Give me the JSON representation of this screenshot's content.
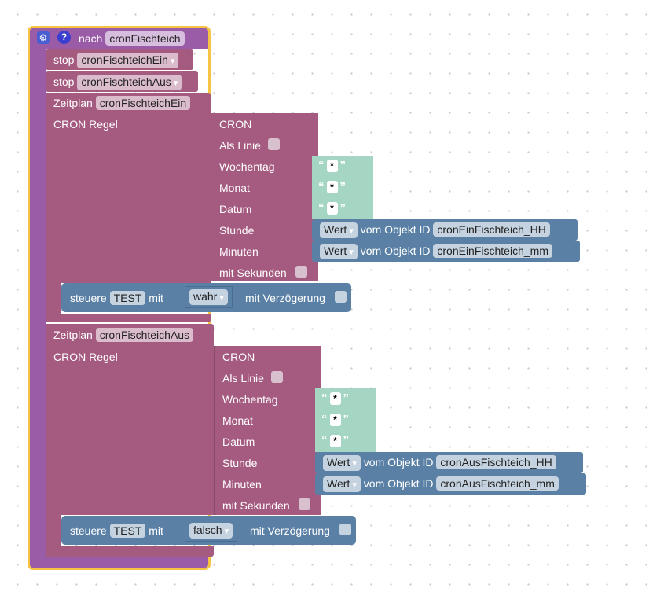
{
  "trigger": {
    "label": "nach",
    "name": "cronFischteich"
  },
  "stop1": {
    "label": "stop",
    "value": "cronFischteichEin"
  },
  "stop2": {
    "label": "stop",
    "value": "cronFischteichAus"
  },
  "schedules": [
    {
      "label": "Zeitplan",
      "name": "cronFischteichEin",
      "rule_label": "CRON Regel",
      "cron": {
        "title": "CRON",
        "line": "Als Linie",
        "weekday": "Wochentag",
        "month": "Monat",
        "date": "Datum",
        "hour": "Stunde",
        "minutes": "Minuten",
        "seconds": "mit Sekunden",
        "weekday_val": "*",
        "month_val": "*",
        "date_val": "*",
        "hour_src": {
          "mode": "Wert",
          "label": "vom Objekt ID",
          "id": "cronEinFischteich_HH"
        },
        "min_src": {
          "mode": "Wert",
          "label": "vom Objekt ID",
          "id": "cronEinFischteich_mm"
        }
      },
      "control": {
        "label": "steuere",
        "target": "TEST",
        "with": "mit",
        "value": "wahr",
        "delay": "mit Verzögerung"
      }
    },
    {
      "label": "Zeitplan",
      "name": "cronFischteichAus",
      "rule_label": "CRON Regel",
      "cron": {
        "title": "CRON",
        "line": "Als Linie",
        "weekday": "Wochentag",
        "month": "Monat",
        "date": "Datum",
        "hour": "Stunde",
        "minutes": "Minuten",
        "seconds": "mit Sekunden",
        "weekday_val": "*",
        "month_val": "*",
        "date_val": "*",
        "hour_src": {
          "mode": "Wert",
          "label": "vom Objekt ID",
          "id": "cronAusFischteich_HH"
        },
        "min_src": {
          "mode": "Wert",
          "label": "vom Objekt ID",
          "id": "cronAusFischteich_mm"
        }
      },
      "control": {
        "label": "steuere",
        "target": "TEST",
        "with": "mit",
        "value": "falsch",
        "delay": "mit Verzögerung"
      }
    }
  ],
  "colors": {
    "trigger": "#9a5ca6",
    "schedule": "#a55b80",
    "value": "#5b80a5",
    "text": "#a5d6c4",
    "selection": "#f6c342"
  }
}
